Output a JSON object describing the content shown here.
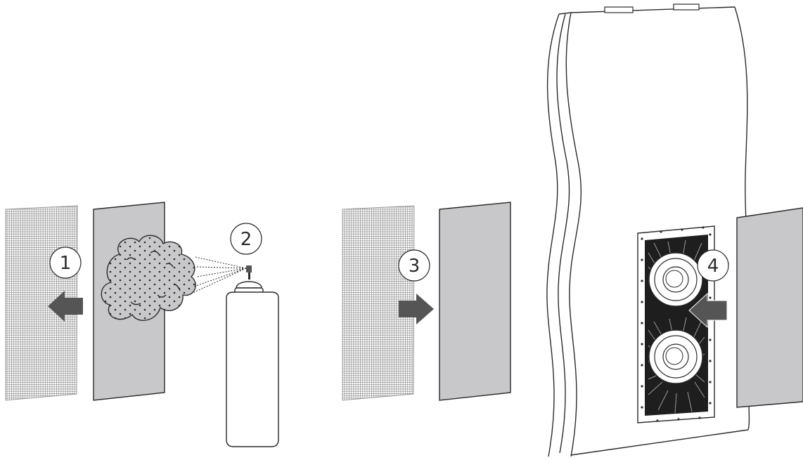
{
  "steps": [
    {
      "number": "1",
      "action": "remove-grille"
    },
    {
      "number": "2",
      "action": "spray-adhesive"
    },
    {
      "number": "3",
      "action": "attach-grille"
    },
    {
      "number": "4",
      "action": "insert-panel"
    }
  ],
  "colors": {
    "line": "#2b2b2b",
    "panel_fill": "#c8c8ca",
    "arrow_fill": "#555555",
    "mesh_line": "#9a9a9a",
    "speaker_black": "#1e1e1e"
  },
  "icons": [
    "grille-mesh-icon",
    "gray-panel-icon",
    "spray-can-icon",
    "adhesive-cloud-icon",
    "arrow-left-icon",
    "arrow-right-icon",
    "in-wall-speaker-icon"
  ]
}
